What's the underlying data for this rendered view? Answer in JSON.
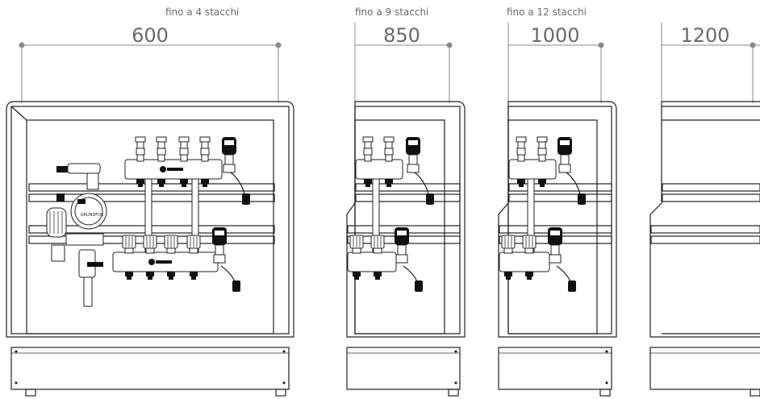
{
  "cabinets": [
    {
      "width_label": "600",
      "caption": "fino a 4 stacchi"
    },
    {
      "width_label": "850",
      "caption": "fino a 9 stacchi"
    },
    {
      "width_label": "1000",
      "caption": "fino a 12 stacchi"
    },
    {
      "width_label": "1200",
      "caption": ""
    }
  ],
  "pump_label": "GRUNDFOS"
}
